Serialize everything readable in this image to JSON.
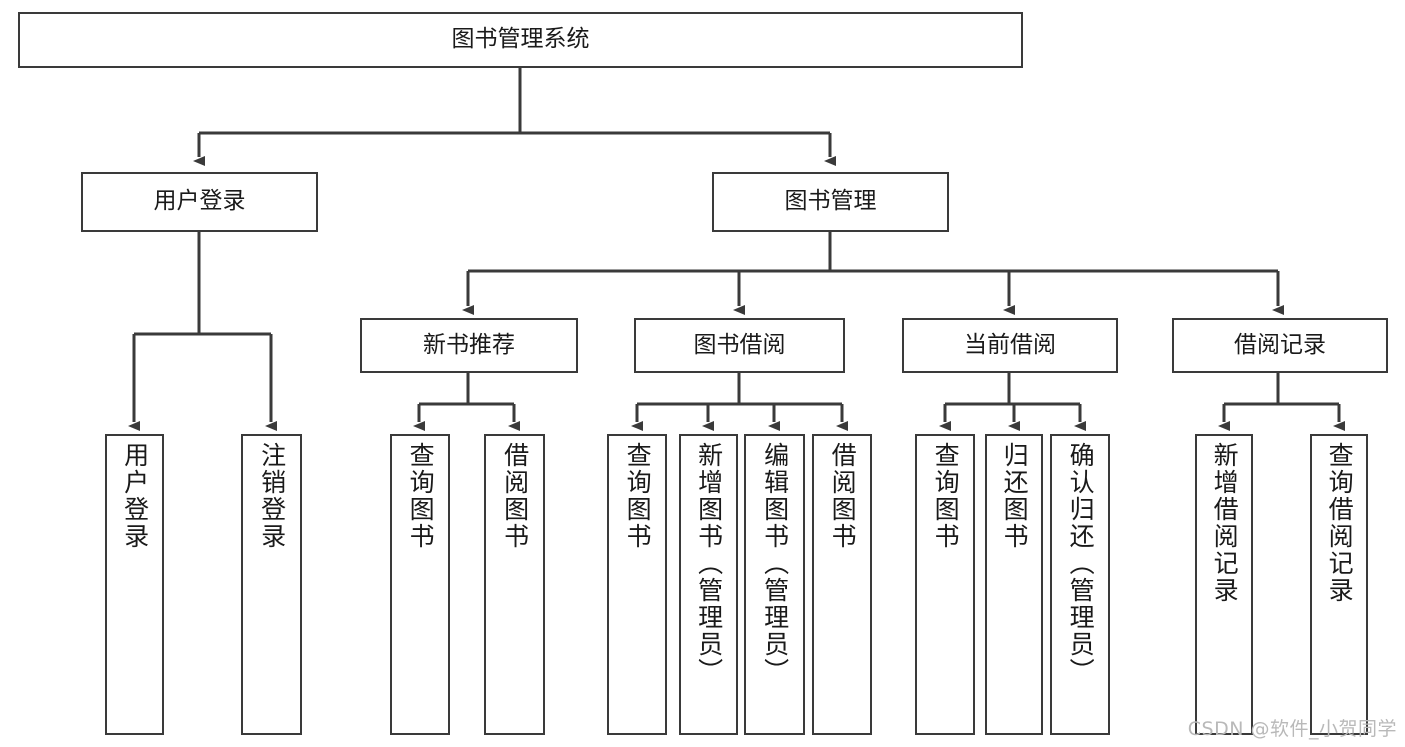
{
  "diagram": {
    "title": "图书管理系统",
    "watermark": "CSDN @软件_小贺同学",
    "line_color": "#3a3a3a",
    "box_fill": "#ffffff",
    "text_color": "#1a1a1a",
    "root": {
      "label": "图书管理系统"
    },
    "level2": [
      {
        "label": "用户登录"
      },
      {
        "label": "图书管理"
      }
    ],
    "level3": [
      {
        "label": "新书推荐"
      },
      {
        "label": "图书借阅"
      },
      {
        "label": "当前借阅"
      },
      {
        "label": "借阅记录"
      }
    ],
    "leaves": {
      "user_login": [
        {
          "label": "用户登录"
        },
        {
          "label": "注销登录"
        }
      ],
      "new_book_recommend": [
        {
          "label": "查询图书"
        },
        {
          "label": "借阅图书"
        }
      ],
      "book_borrow": [
        {
          "label": "查询图书"
        },
        {
          "label": "新增图书（管理员）"
        },
        {
          "label": "编辑图书（管理员）"
        },
        {
          "label": "借阅图书"
        }
      ],
      "current_borrow": [
        {
          "label": "查询图书"
        },
        {
          "label": "归还图书"
        },
        {
          "label": "确认归还（管理员）"
        }
      ],
      "borrow_record": [
        {
          "label": "新增借阅记录"
        },
        {
          "label": "查询借阅记录"
        }
      ]
    }
  }
}
